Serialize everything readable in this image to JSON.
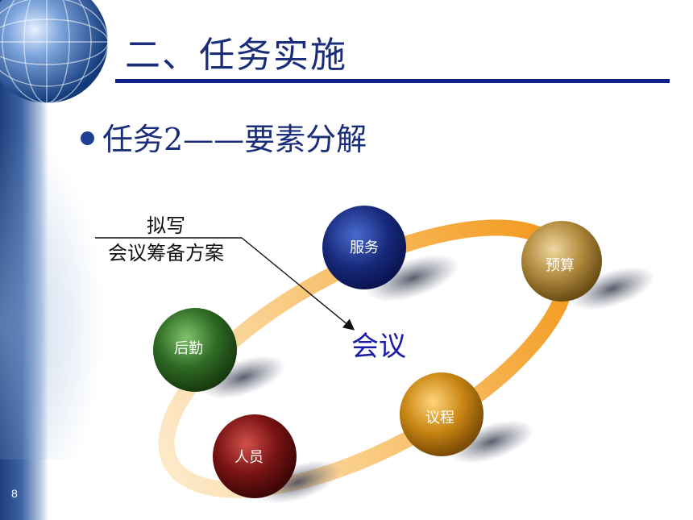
{
  "slide": {
    "title": "二、任务实施",
    "bullet": "任务2——要素分解",
    "page_number": "8"
  },
  "diagram": {
    "annotation_line1": "拟写",
    "annotation_line2": "会议筹备方案",
    "center_label": "会议",
    "nodes": {
      "service": "服务",
      "budget": "预算",
      "logistics": "后勤",
      "agenda": "议程",
      "personnel": "人员"
    }
  },
  "colors": {
    "title": "#1a2d7a",
    "rule": "#0f1f86",
    "center_label": "#1a1aa8",
    "ring": "#f7a83a",
    "service": "#17297a",
    "budget": "#b08a3e",
    "logistics": "#2f6b25",
    "agenda": "#c98614",
    "personnel": "#7a1414"
  }
}
